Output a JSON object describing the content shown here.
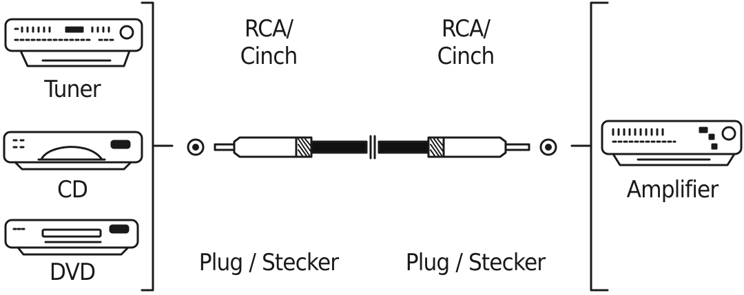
{
  "sources": {
    "tuner": "Tuner",
    "cd": "CD",
    "dvd": "DVD"
  },
  "destination": {
    "amplifier": "Amplifier"
  },
  "cable": {
    "left_type_line1": "RCA/",
    "left_type_line2": "Cinch",
    "right_type_line1": "RCA/",
    "right_type_line2": "Cinch",
    "left_plug": "Plug / Stecker",
    "right_plug": "Plug / Stecker"
  },
  "colors": {
    "stroke": "#1a1a1a",
    "cable": "#111111",
    "background": "#ffffff"
  }
}
